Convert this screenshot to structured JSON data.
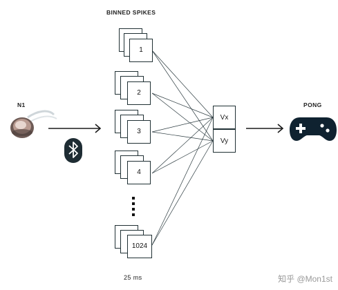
{
  "labels": {
    "binned_spikes": "BINNED SPIKES",
    "n1": "N1",
    "pong": "PONG",
    "bin_duration": "25 ms"
  },
  "bins": [
    "1",
    "2",
    "3",
    "4",
    "1024"
  ],
  "outputs": [
    "Vx",
    "Vy"
  ],
  "watermark": "知乎 @Mon1st",
  "icons": [
    "neural-implant-icon",
    "bluetooth-icon",
    "gamepad-icon",
    "ellipsis-dots-icon"
  ],
  "colors": {
    "ink": "#1f2f33",
    "bluetooth_bg": "#1e2c33",
    "gamepad": "#0f2230"
  }
}
